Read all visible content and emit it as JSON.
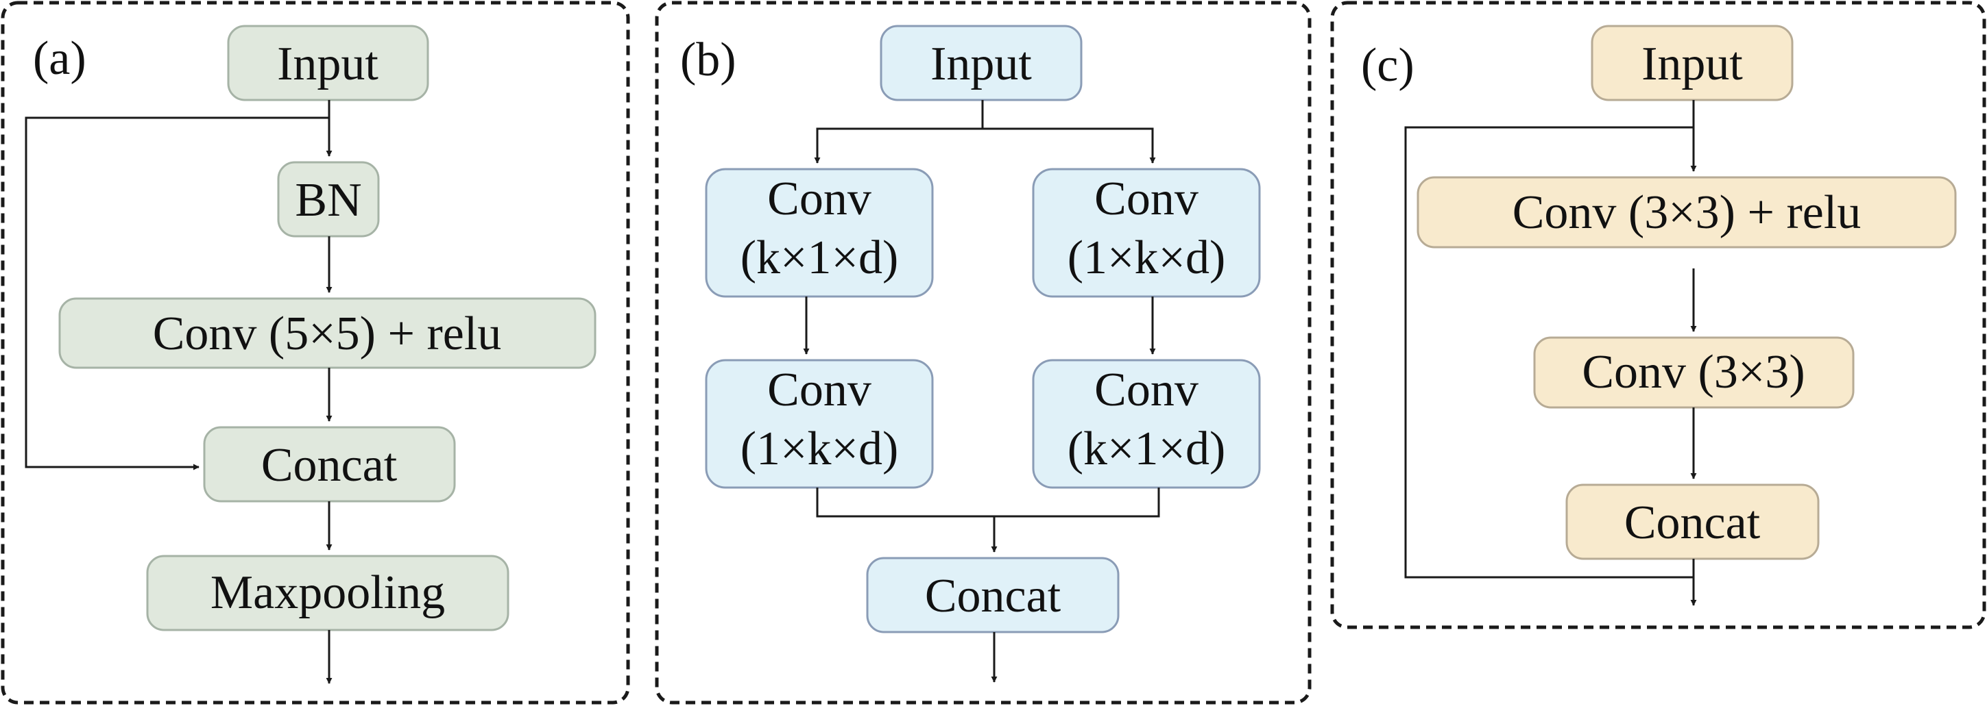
{
  "colors": {
    "panel_a_fill": "#e0e8dd",
    "panel_a_stroke": "#a6b3a6",
    "panel_b_fill": "#e0f1f8",
    "panel_b_stroke": "#8a9cb6",
    "panel_c_fill": "#f8eacd",
    "panel_c_stroke": "#b7ab95",
    "line": "#1a1a1a"
  },
  "panel_a": {
    "label": "(a)",
    "input": "Input",
    "bn": "BN",
    "conv": "Conv (5×5) + relu",
    "concat": "Concat",
    "maxpool": "Maxpooling"
  },
  "panel_b": {
    "label": "(b)",
    "input": "Input",
    "left_conv1": [
      "Conv",
      "(k×1×d)"
    ],
    "right_conv1": [
      "Conv",
      "(1×k×d)"
    ],
    "left_conv2": [
      "Conv",
      "(1×k×d)"
    ],
    "right_conv2": [
      "Conv",
      "(k×1×d)"
    ],
    "concat": "Concat"
  },
  "panel_c": {
    "label": "(c)",
    "input": "Input",
    "conv_relu": "Conv (3×3) + relu",
    "conv": "Conv (3×3)",
    "concat": "Concat"
  }
}
